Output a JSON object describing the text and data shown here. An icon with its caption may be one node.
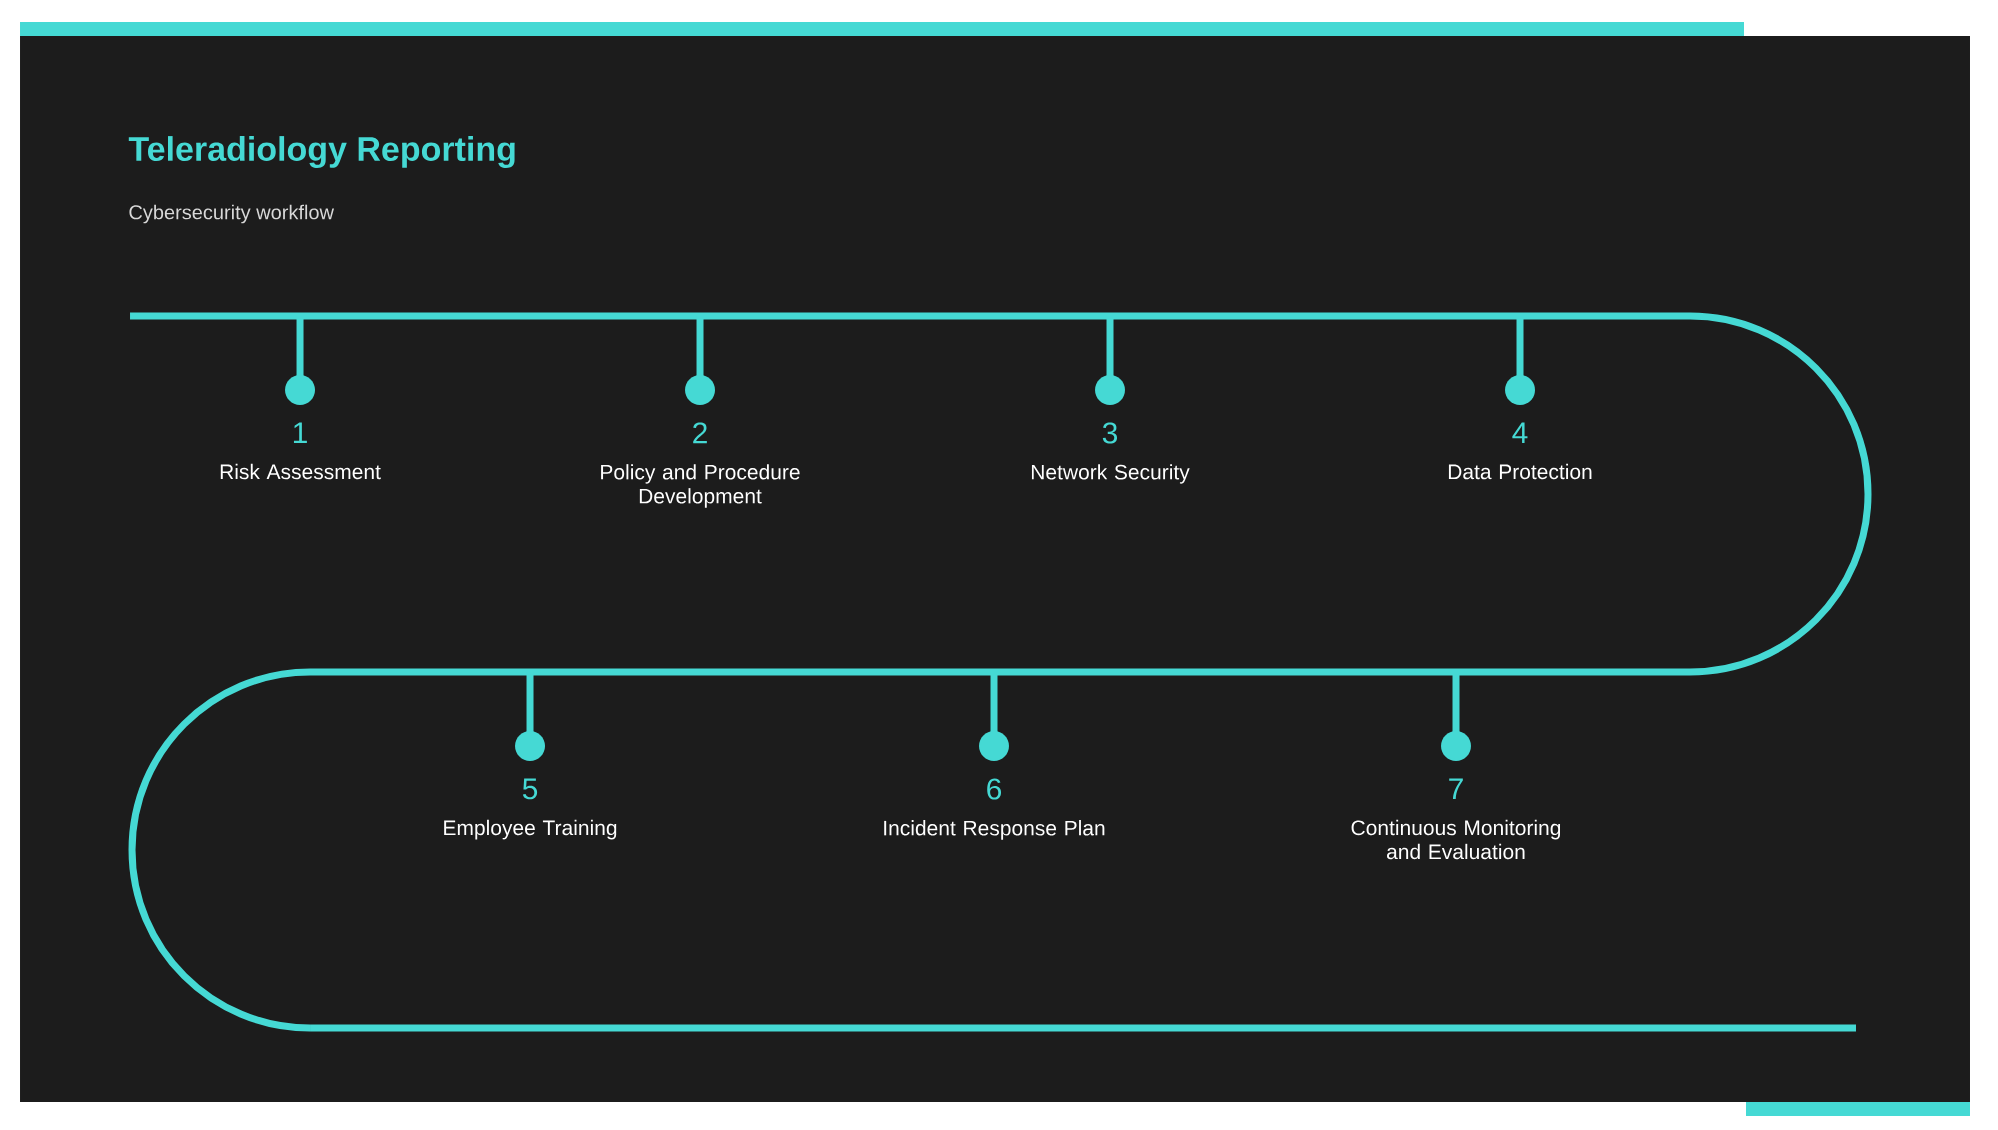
{
  "diagram": {
    "title": "Teleradiology Reporting",
    "nodes": [
      {
        "text": [
          "1",
          "Risk Assessment"
        ]
      },
      {
        "text": [
          "2",
          "Policy and Procedure Development"
        ]
      },
      {
        "text": [
          "3",
          "Network Security"
        ]
      },
      {
        "text": [
          "4",
          "Data Protection"
        ]
      },
      {
        "text": [
          "5",
          "Employee Training"
        ]
      },
      {
        "text": [
          "6",
          "Incident Response Plan"
        ]
      },
      {
        "text": [
          "7",
          "Continuous Monitoring and Evaluation"
        ]
      }
    ],
    "labels": [
      "Cybersecurity workflow"
    ]
  }
}
